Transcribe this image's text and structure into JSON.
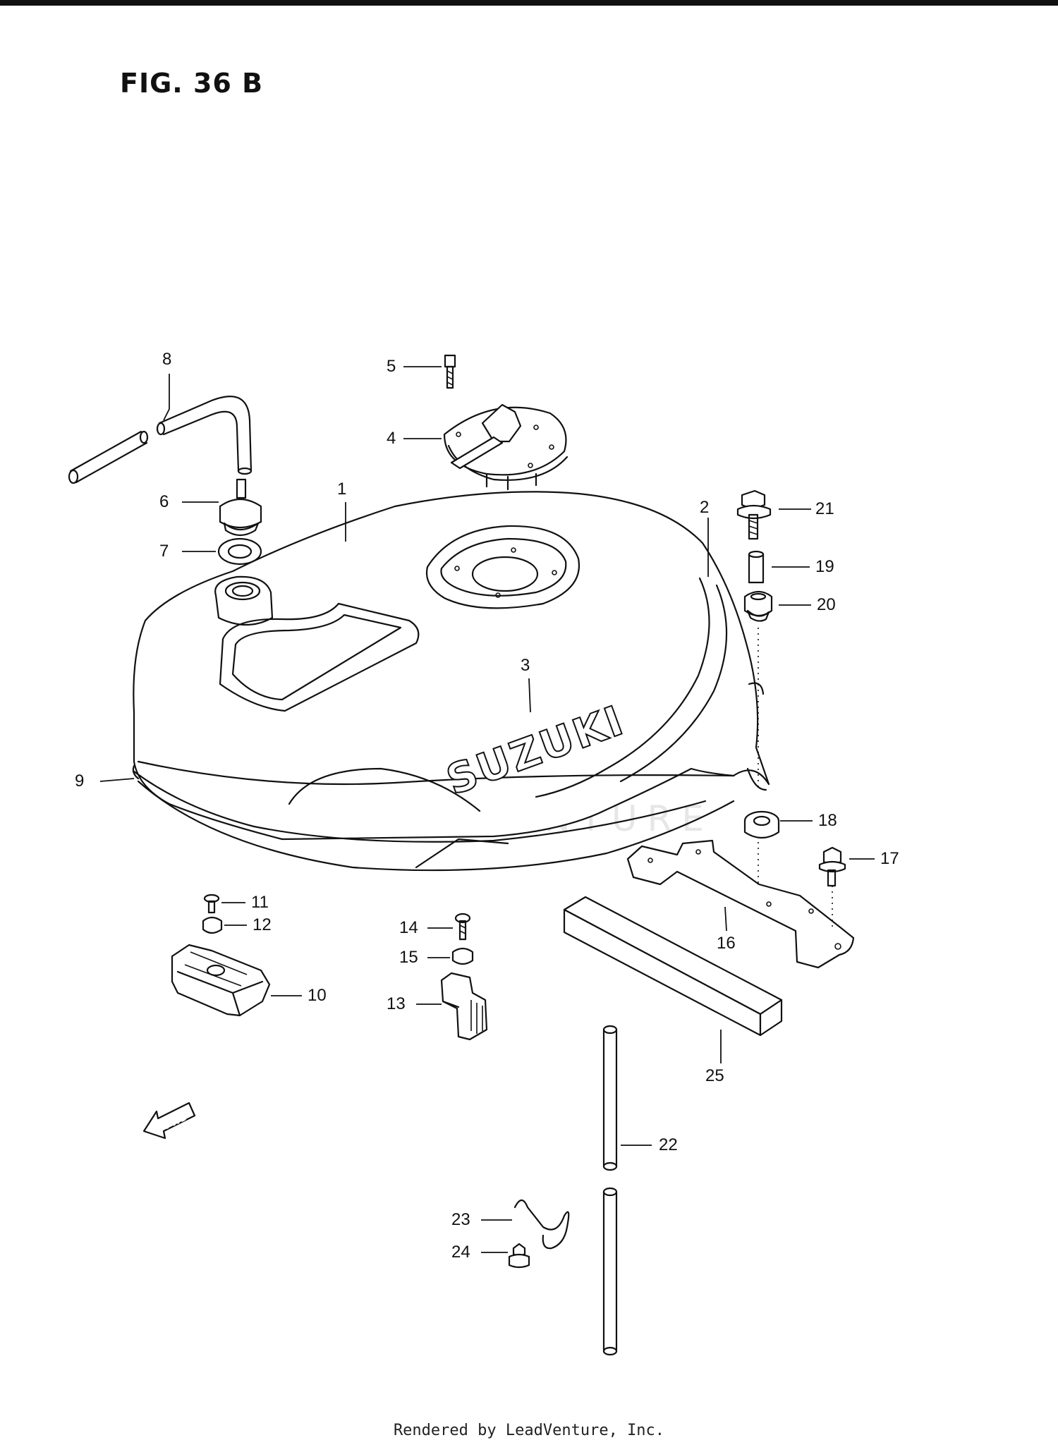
{
  "figure": {
    "title": "FIG. 36 B",
    "watermark": "LEADVENTURE",
    "tank_logo": "SUZUKI",
    "fwd_label": "FWD",
    "footer": "Rendered by LeadVenture, Inc."
  },
  "callouts": [
    {
      "id": "c1",
      "label": "1"
    },
    {
      "id": "c2",
      "label": "2"
    },
    {
      "id": "c3",
      "label": "3"
    },
    {
      "id": "c4",
      "label": "4"
    },
    {
      "id": "c5",
      "label": "5"
    },
    {
      "id": "c6",
      "label": "6"
    },
    {
      "id": "c7",
      "label": "7"
    },
    {
      "id": "c8",
      "label": "8"
    },
    {
      "id": "c9",
      "label": "9"
    },
    {
      "id": "c10",
      "label": "10"
    },
    {
      "id": "c11",
      "label": "11"
    },
    {
      "id": "c12",
      "label": "12"
    },
    {
      "id": "c13",
      "label": "13"
    },
    {
      "id": "c14",
      "label": "14"
    },
    {
      "id": "c15",
      "label": "15"
    },
    {
      "id": "c16",
      "label": "16"
    },
    {
      "id": "c17",
      "label": "17"
    },
    {
      "id": "c18",
      "label": "18"
    },
    {
      "id": "c19",
      "label": "19"
    },
    {
      "id": "c20",
      "label": "20"
    },
    {
      "id": "c21",
      "label": "21"
    },
    {
      "id": "c22",
      "label": "22"
    },
    {
      "id": "c23",
      "label": "23"
    },
    {
      "id": "c24",
      "label": "24"
    },
    {
      "id": "c25",
      "label": "25"
    }
  ]
}
